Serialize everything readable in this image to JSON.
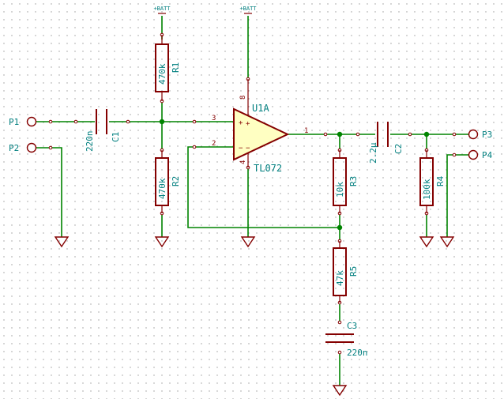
{
  "schematic": {
    "power": {
      "batt_label": "+BATT"
    },
    "ports": {
      "p1": "P1",
      "p2": "P2",
      "p3": "P3",
      "p4": "P4"
    },
    "components": {
      "c1": {
        "ref": "C1",
        "value": "220n"
      },
      "c2": {
        "ref": "C2",
        "value": "2.2µ"
      },
      "c3": {
        "ref": "C3",
        "value": "220n"
      },
      "r1": {
        "ref": "R1",
        "value": "470k"
      },
      "r2": {
        "ref": "R2",
        "value": "470k"
      },
      "r3": {
        "ref": "R3",
        "value": "10k"
      },
      "r4": {
        "ref": "R4",
        "value": "100k"
      },
      "r5": {
        "ref": "R5",
        "value": "47k"
      },
      "u1": {
        "ref": "U1A",
        "value": "TL072",
        "pin_out": "1",
        "pin_plus": "3",
        "pin_minus": "2",
        "pin_vplus": "8",
        "pin_vminus": "4",
        "sym_plus": "+",
        "sym_minus": "−"
      }
    }
  }
}
